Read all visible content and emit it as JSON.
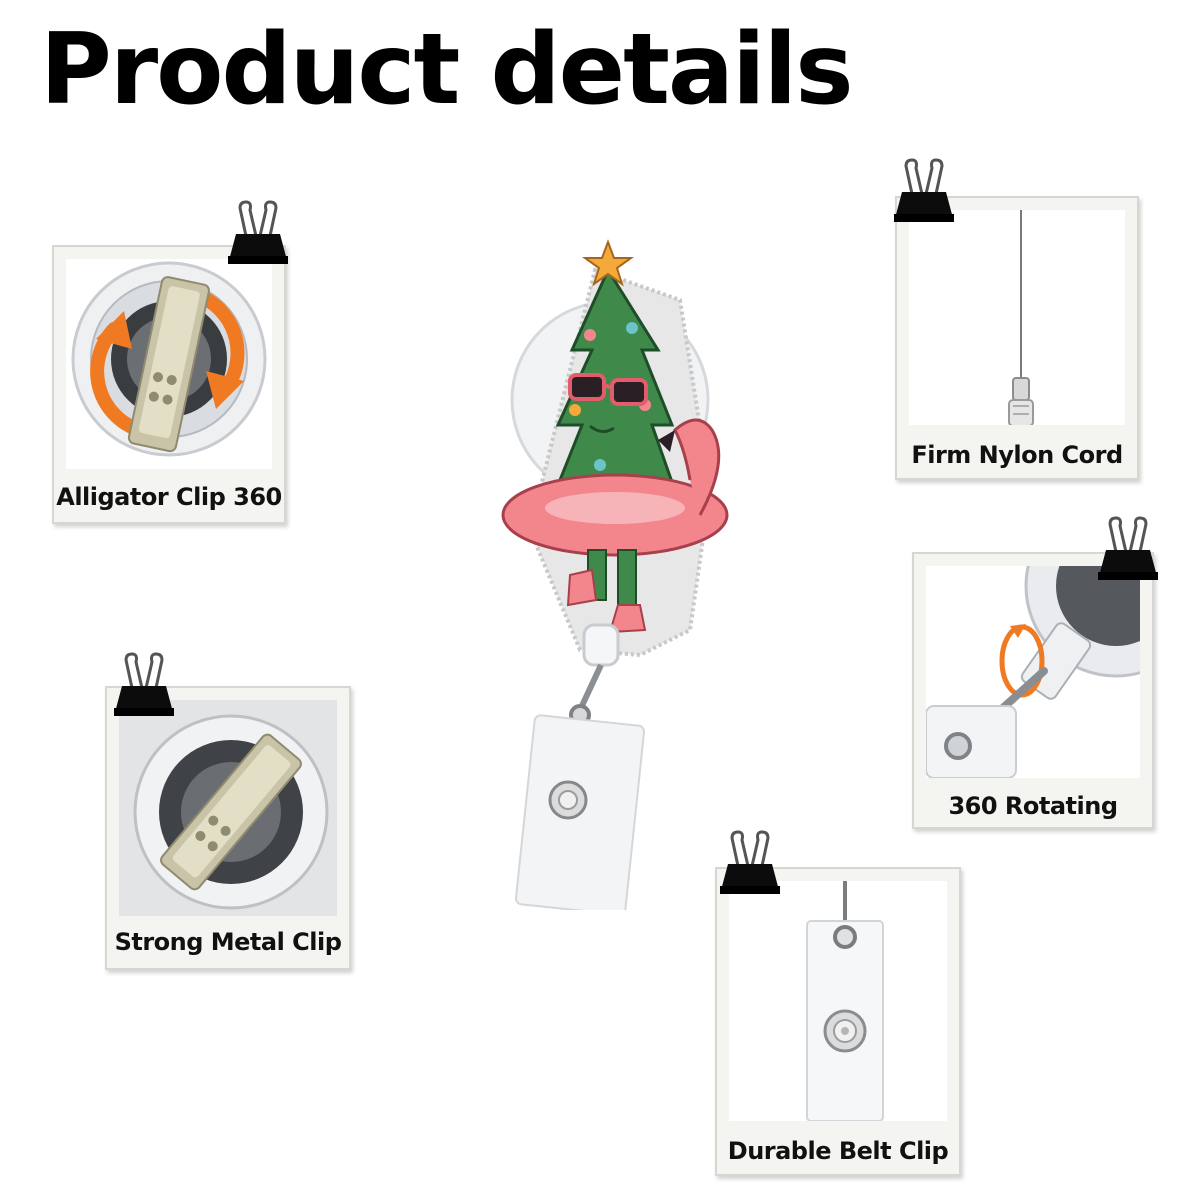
{
  "title": "Product details",
  "cards": {
    "alligator": {
      "label": "Alligator Clip 360"
    },
    "nylon": {
      "label": "Firm Nylon Cord"
    },
    "rotating": {
      "label": "360 Rotating"
    },
    "metal": {
      "label": "Strong Metal Clip"
    },
    "belt": {
      "label": "Durable Belt Clip"
    }
  },
  "colors": {
    "tree_green": "#3f8a4a",
    "flamingo_pink": "#f2868c",
    "accent_orange": "#f07a22",
    "star_orange": "#f4a93b"
  },
  "icons": [
    "binder-clip-icon",
    "rotate-arrows-icon",
    "snap-button-icon"
  ]
}
